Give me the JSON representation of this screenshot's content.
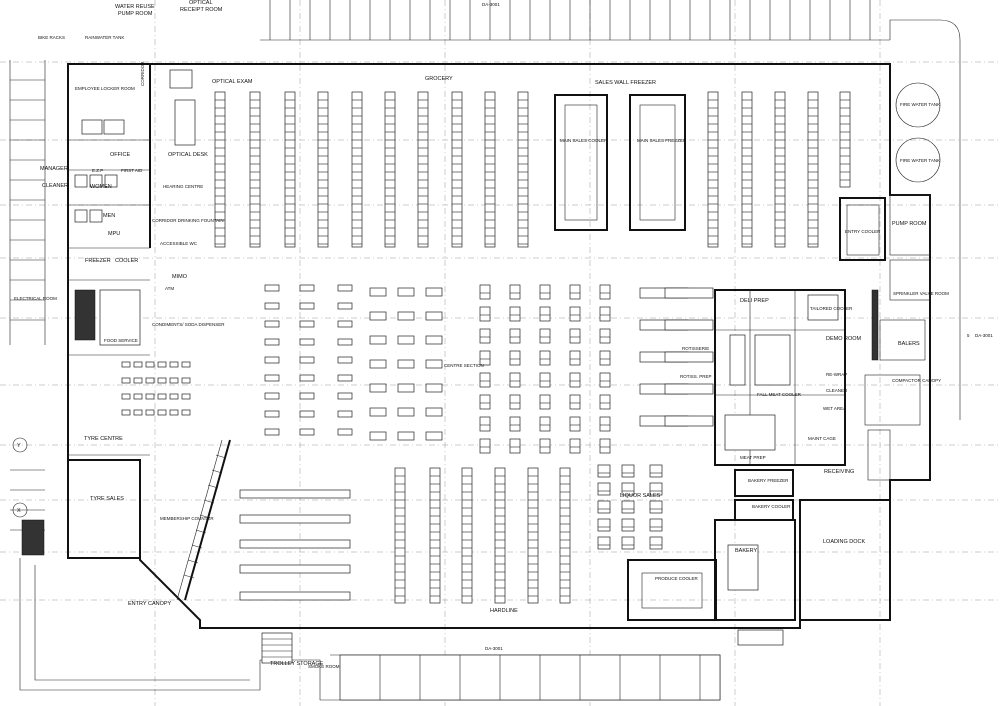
{
  "rooms": {
    "water_reuse": "WATER REUSE",
    "pump_room_top": "PUMP ROOM",
    "optical_receipt": "OPTICAL",
    "receipt_room": "RECEIPT ROOM",
    "bike_racks": "BIKE RACKS",
    "rainwater_tank": "RAINWATER TANK",
    "employee_locker": "EMPLOYEE LOCKER ROOM",
    "corridor_top": "CORRIDOR",
    "optical_exam": "OPTICAL EXAM",
    "grocery": "GROCERY",
    "sales_wall_freezer": "SALES WALL FREEZER",
    "fire_water_tank_1": "FIRE WATER TANK",
    "fire_water_tank_2": "FIRE WATER TANK",
    "office": "OFFICE",
    "optical_desk": "OPTICAL DESK",
    "manager": "MANAGER",
    "cleaner_left": "CLEANER",
    "ezp": "E.Z.P",
    "first_aid": "FIRST AID",
    "women": "WOMEN",
    "hearing_centre": "HEARING CENTRE",
    "men": "MEN",
    "corridor_drinking": "CORRIDOR DRINKING FOUNTAIN",
    "main_sales_cooler": "MAIN SALES COOLER",
    "main_sales_freezer": "MAIN SALES FREEZER",
    "pump_room": "PUMP ROOM",
    "entry_cooler": "ENTRY COOLER",
    "mpu": "MPU",
    "accessible_wc": "ACCESSIBLE WC",
    "freezer": "FREEZER",
    "cooler_left": "COOLER",
    "mimo": "MIMO",
    "atm": "ATM",
    "electrical_room": "ELECTRICAL ROOM",
    "sprinkler_valve": "SPRINKLER VALVE ROOM",
    "deli_prep": "DELI PREP",
    "tailored_cooler": "TAILORED COOLER",
    "condiments": "CONDIMENTS/ SODA DISPENSER",
    "food_service": "FOOD SERVICE",
    "demo_room": "DEMO ROOM",
    "balers": "BALERS",
    "rotisserie": "ROTISSERIE",
    "rotiss_prep": "ROTISS. PREP",
    "centre_section": "CENTRE SECTION",
    "rewrap": "RE-WRAP",
    "fall_meat_cooler": "FALL MEAT COOLER",
    "cleaner_right": "CLEANER",
    "compactor_canopy": "COMPACTOR CANOPY",
    "wet_area": "WET AREA",
    "tyre_centre": "TYRE CENTRE",
    "maint_cage": "MAINT CAGE",
    "meat_prep": "MEAT PREP",
    "receiving": "RECEIVING",
    "bakery_freezer": "BAKERY FREEZER",
    "tyre_sales": "TYRE SALES",
    "liquor_sales": "LIQUOR SALES",
    "bakery_cooler": "BAKERY COOLER",
    "membership_counter": "MEMBERSHIP COUNTER",
    "loading_dock": "LOADING DOCK",
    "bakery": "BAKERY",
    "produce_cooler": "PRODUCE COOLER",
    "entry_canopy": "ENTRY CANOPY",
    "hardline": "HARDLINE",
    "trolley_storage": "TROLLEY STORAGE",
    "smoke_room": "SMOKE ROOM"
  },
  "grid_marks": {
    "y": "Y",
    "x": "X",
    "ref_top": "DA-3001",
    "ref_bottom": "DA-3001",
    "ref_right": "DA-3001",
    "num_5": "5"
  },
  "colors": {
    "line": "#111111",
    "grid": "#999999",
    "hatch": "#333333"
  }
}
